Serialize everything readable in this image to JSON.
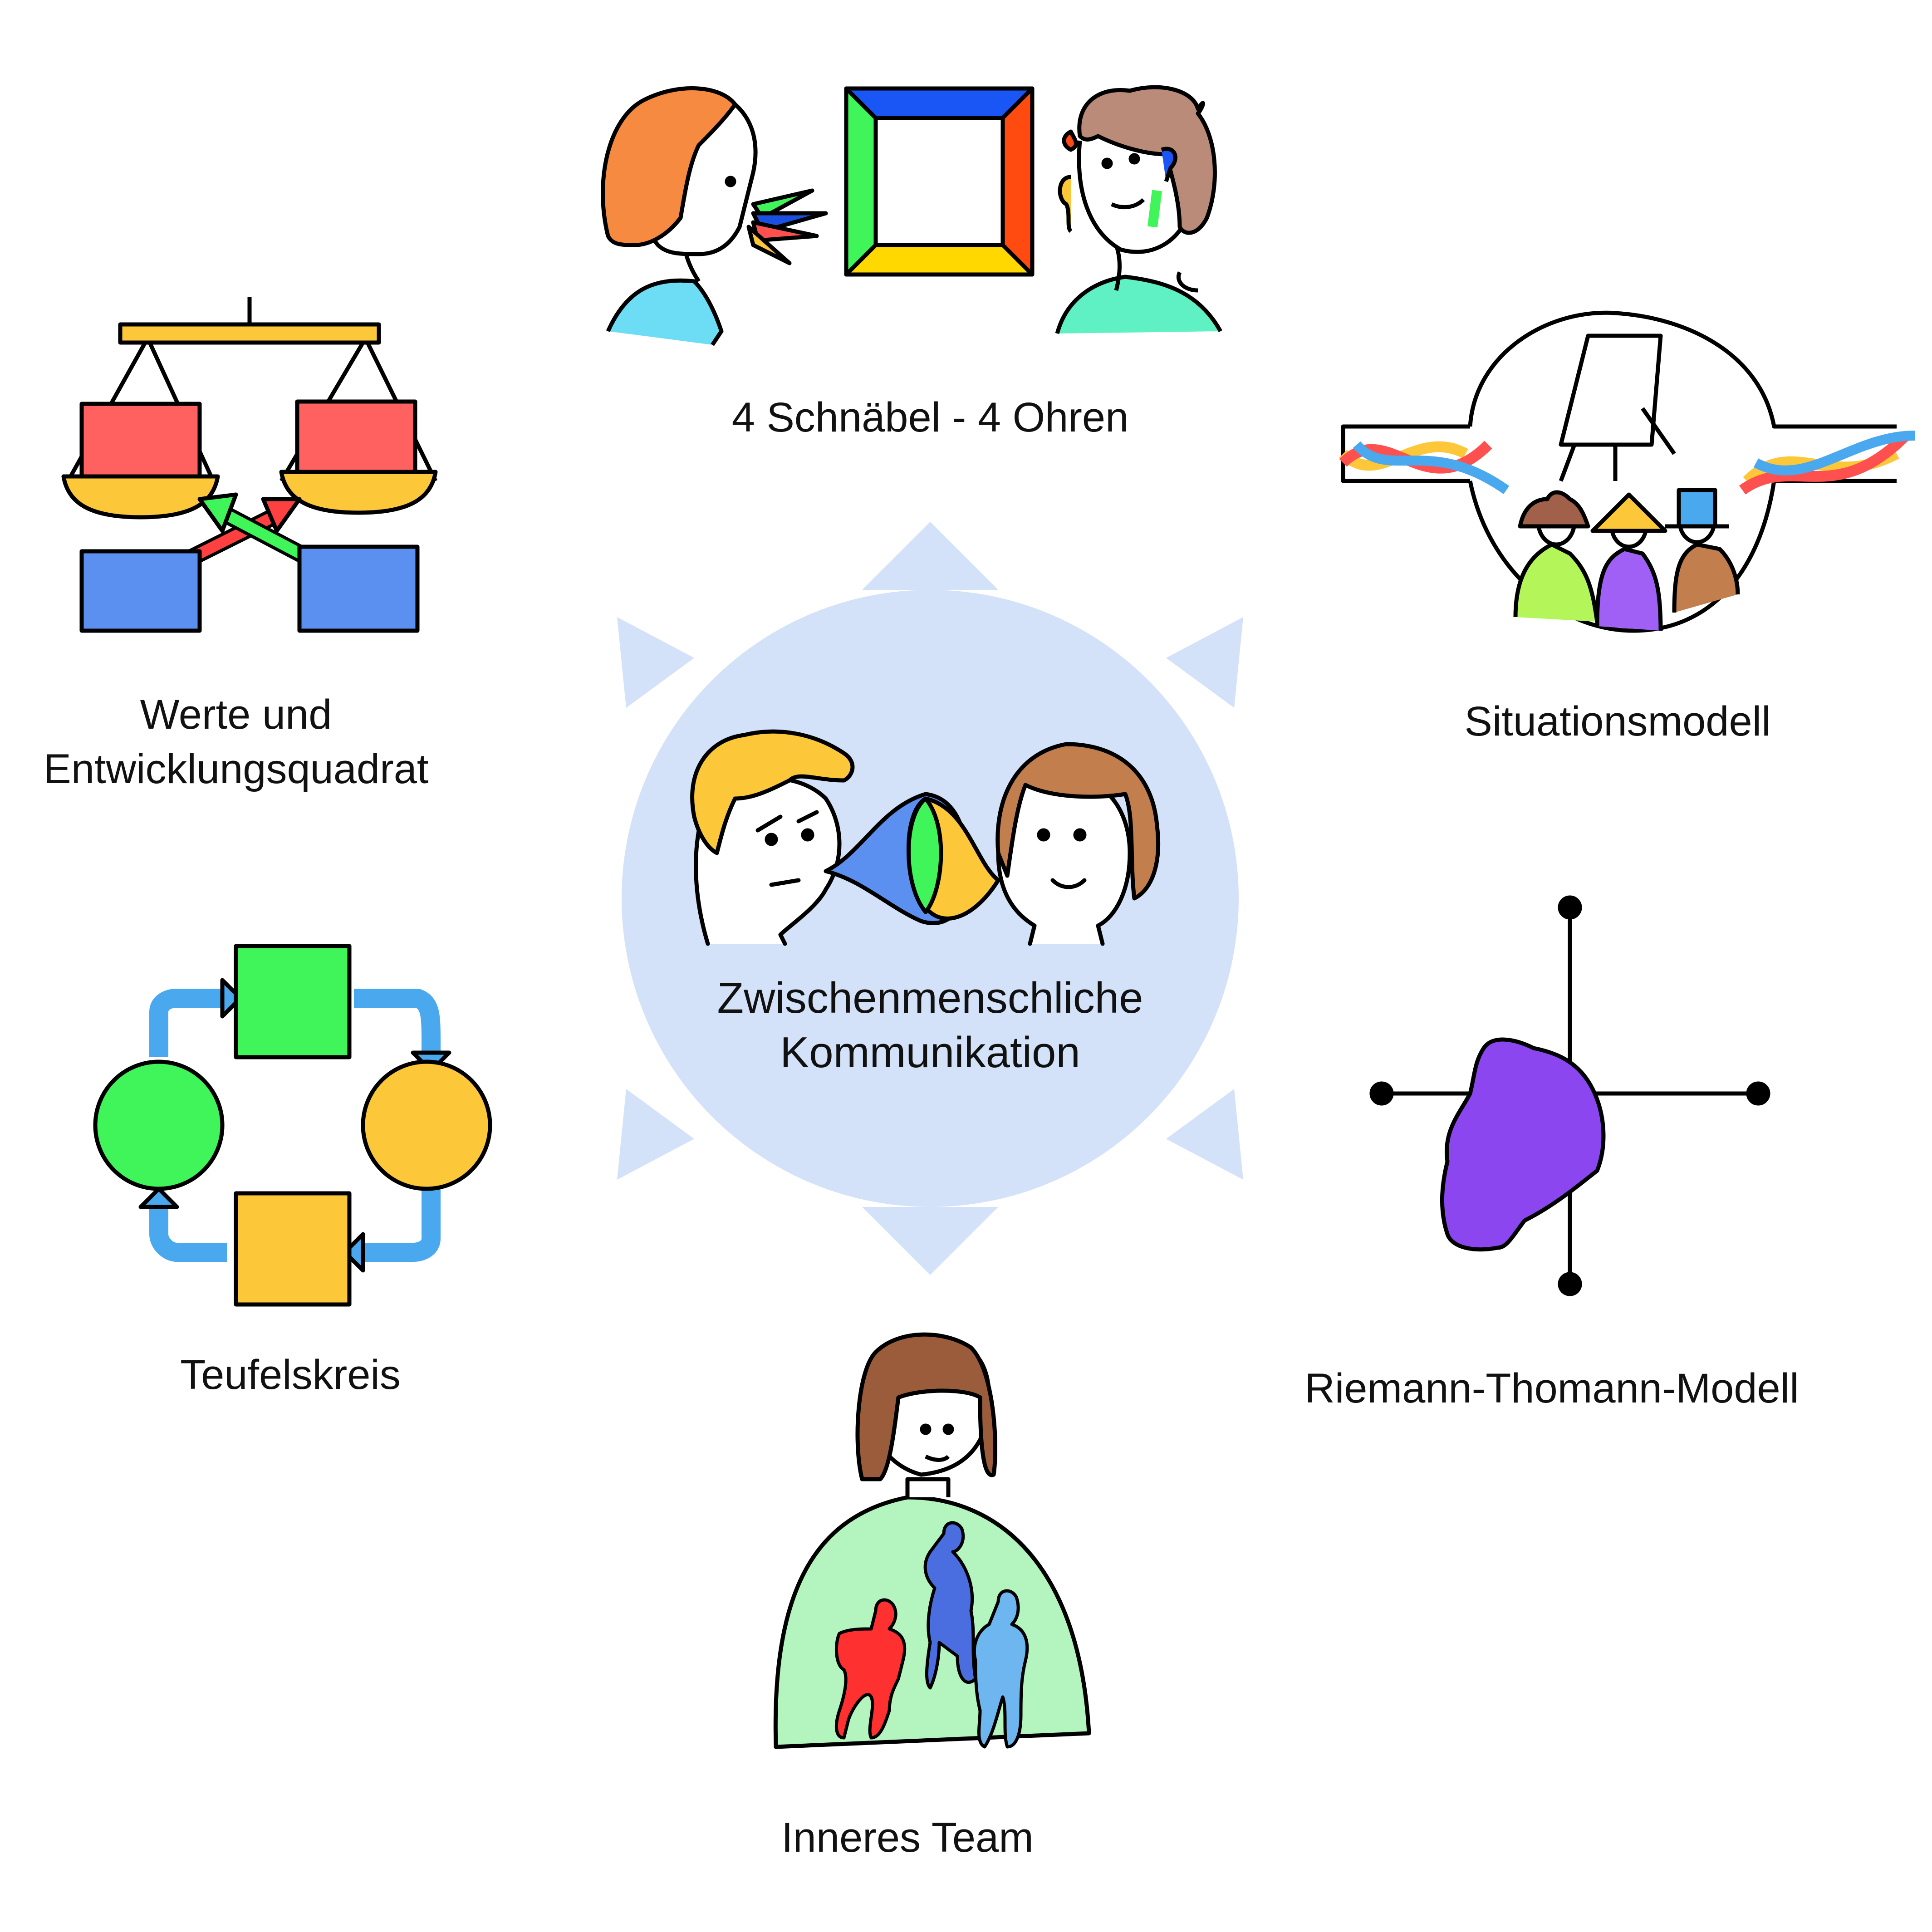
{
  "center": {
    "line1": "Zwischenmenschliche",
    "line2": "Kommunikation"
  },
  "models": {
    "top": "4 Schnäbel - 4 Ohren",
    "top_right": "Situationsmodell",
    "right": "Riemann-Thomann-Modell",
    "bottom": "Inneres Team",
    "left": "Teufelskreis",
    "top_left_line1": "Werte und",
    "top_left_line2": "Entwicklungsquadrat"
  },
  "colors": {
    "hub": "#d3e2f8",
    "blue": "#5b8ff0",
    "red": "#ff6060",
    "yellow": "#fcc83a",
    "green": "#3ff55a",
    "purple": "#8c46f0",
    "sky": "#4aa8ee",
    "mint": "#b4f5bf"
  }
}
